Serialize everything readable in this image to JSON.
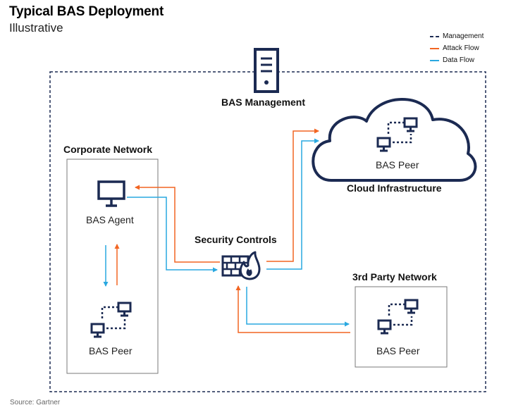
{
  "header": {
    "title": "Typical BAS Deployment",
    "subtitle": "Illustrative"
  },
  "legend": {
    "management": "Management",
    "attack_flow": "Attack Flow",
    "data_flow": "Data Flow"
  },
  "nodes": {
    "bas_management": "BAS Management",
    "corporate_network": "Corporate Network",
    "bas_agent": "BAS Agent",
    "corporate_peer": "BAS Peer",
    "security_controls": "Security Controls",
    "cloud_infrastructure": "Cloud Infrastructure",
    "cloud_peer": "BAS Peer",
    "third_party_network": "3rd Party Network",
    "third_party_peer": "BAS Peer"
  },
  "colors": {
    "navy": "#1b2a52",
    "attack": "#f26522",
    "data": "#29a8e0",
    "box_border": "#7a7a7a"
  },
  "source": "Source: Gartner"
}
